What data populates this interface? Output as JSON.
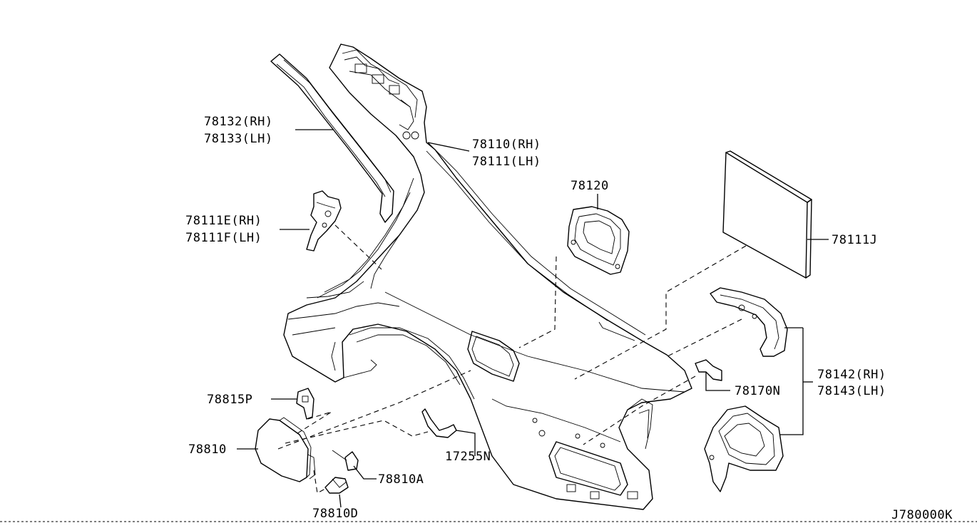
{
  "labels": {
    "p78132": "78132(RH)",
    "p78133": "78133(LH)",
    "p78110": "78110(RH)",
    "p78111": "78111(LH)",
    "p78111E": "78111E(RH)",
    "p78111F": "78111F(LH)",
    "p78120": "78120",
    "p78111J": "78111J",
    "p78142": "78142(RH)",
    "p78143": "78143(LH)",
    "p78170N": "78170N",
    "p78815P": "78815P",
    "p78810": "78810",
    "p17255N": "17255N",
    "p78810A": "78810A",
    "p78810D": "78810D"
  },
  "diagram_code": "J780000K"
}
